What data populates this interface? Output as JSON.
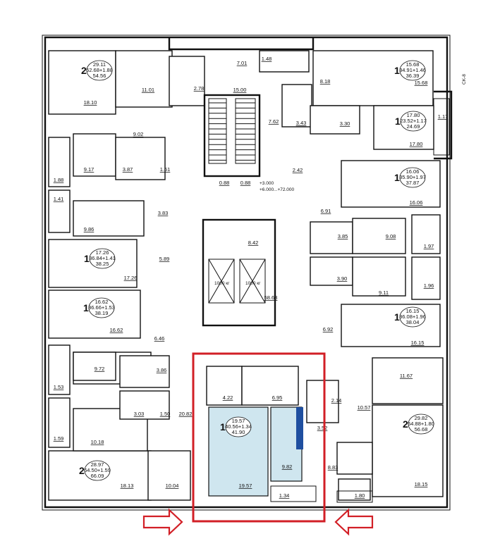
{
  "plan": {
    "stair_label": "CK-8",
    "level_label": "+3.000\n+6.000...+72.000",
    "elevator_labels": [
      "1000 кг",
      "1000 кг"
    ],
    "highlight_color": "#d21f26",
    "pool_color": "#cfe6ef",
    "apartments": [
      {
        "id": "apt-top-left",
        "rooms": "2",
        "lines": [
          "29.11",
          "52.68+1.88",
          "54.56"
        ],
        "main_room": "18.10"
      },
      {
        "id": "apt-top-right",
        "rooms": "1",
        "lines": [
          "15.68",
          "34.91+1.46",
          "36.39"
        ],
        "main_room": "15.68"
      },
      {
        "id": "apt-right-2",
        "rooms": "1",
        "lines": [
          "17.80",
          "23.52+1.17",
          "24.69"
        ],
        "main_room": "17.80"
      },
      {
        "id": "apt-right-3",
        "rooms": "1",
        "lines": [
          "16.06",
          "35.90+1.97",
          "37.87"
        ],
        "main_room": "16.06"
      },
      {
        "id": "apt-left-2",
        "rooms": "1",
        "lines": [
          "17.26",
          "36.84+1.41",
          "38.25"
        ],
        "main_room": "17.26"
      },
      {
        "id": "apt-left-3",
        "rooms": "1",
        "lines": [
          "16.62",
          "36.66+1.53",
          "38.19"
        ],
        "main_room": "16.62"
      },
      {
        "id": "apt-right-4",
        "rooms": "1",
        "lines": [
          "16.15",
          "36.08+1.96",
          "38.04"
        ],
        "main_room": "16.15"
      },
      {
        "id": "apt-bottom-right",
        "rooms": "2",
        "lines": [
          "29.82",
          "54.88+1.80",
          "56.68"
        ],
        "main_room": "18.15"
      },
      {
        "id": "apt-bottom-left",
        "rooms": "2",
        "lines": [
          "28.97",
          "64.50+1.59",
          "66.09"
        ],
        "main_room": "18.13"
      },
      {
        "id": "apt-highlighted",
        "rooms": "1",
        "lines": [
          "19.57",
          "40.56+1.34",
          "41.90"
        ],
        "main_room": "19.57"
      }
    ],
    "room_areas": [
      "11.01",
      "9.02",
      "2.78",
      "7.01",
      "15.00",
      "1.48",
      "8.18",
      "7.62",
      "3.43",
      "3.30",
      "1.17",
      "9.17",
      "3.87",
      "1.51",
      "1.88",
      "0.88",
      "0.88",
      "2.42",
      "1.41",
      "3.83",
      "9.86",
      "6.91",
      "3.85",
      "9.08",
      "1.97",
      "8.42",
      "5.89",
      "3.90",
      "9.11",
      "1.96",
      "58.63",
      "6.92",
      "6.46",
      "9.72",
      "3.86",
      "1.53",
      "3.03",
      "1.50",
      "20.82",
      "4.22",
      "6.95",
      "2.14",
      "10.57",
      "11.67",
      "3.52",
      "9.82",
      "8.83",
      "1.59",
      "10.18",
      "10.04",
      "1.34",
      "1.80"
    ]
  }
}
